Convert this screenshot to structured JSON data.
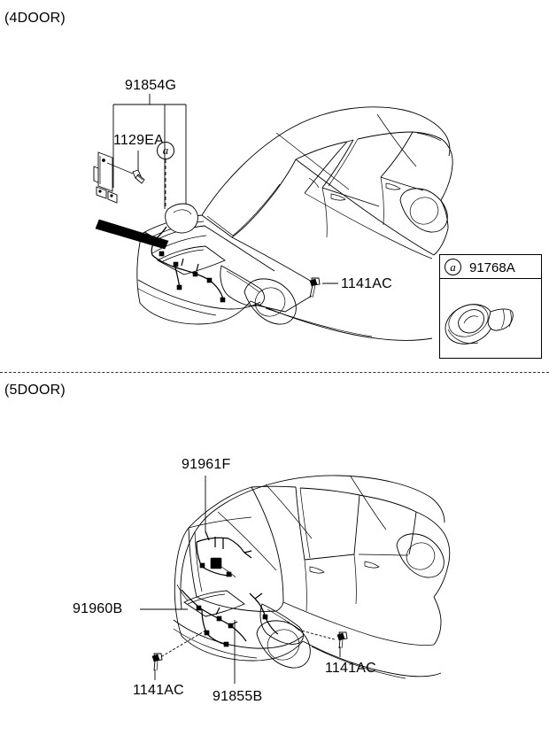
{
  "diagram": {
    "title_4door": "(4DOOR)",
    "title_5door": "(5DOOR)",
    "background_color": "#ffffff",
    "line_color": "#000000"
  },
  "section_4door": {
    "label": "(4DOOR)",
    "callouts": [
      {
        "id": "harness-4door",
        "text": "91854G"
      },
      {
        "id": "screw-bracket",
        "text": "1129EA"
      },
      {
        "id": "bolt-4door",
        "text": "1141AC"
      }
    ],
    "ref_marker": "a"
  },
  "inset": {
    "marker": "a",
    "part_number": "91768A",
    "item": "grommet"
  },
  "section_5door": {
    "label": "(5DOOR)",
    "callouts": [
      {
        "id": "tailgate-harness",
        "text": "91961F"
      },
      {
        "id": "rear-harness",
        "text": "91960B"
      },
      {
        "id": "bolt-5door-left",
        "text": "1141AC"
      },
      {
        "id": "bolt-5door-right",
        "text": "1141AC"
      },
      {
        "id": "door-harness",
        "text": "91855B"
      }
    ]
  }
}
